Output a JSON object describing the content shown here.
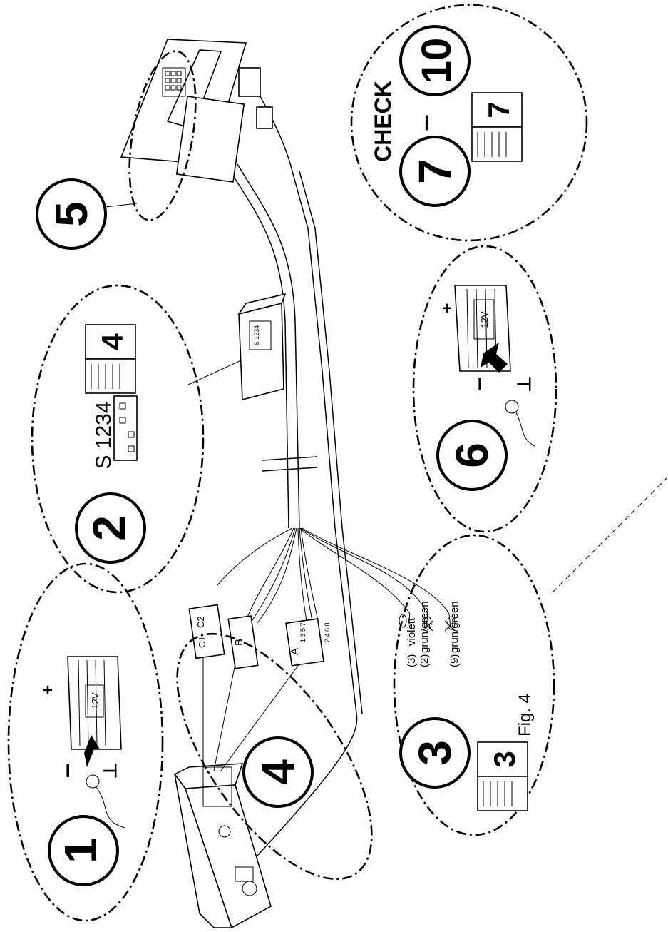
{
  "figure": {
    "label": "Fig. 4"
  },
  "steps": [
    {
      "number": "1"
    },
    {
      "number": "2",
      "switch_label": "S 1234",
      "book_page": "4"
    },
    {
      "number": "3",
      "book_page": "3",
      "wires": [
        {
          "pin": "(3)",
          "name": "violett"
        },
        {
          "pin": "(2)",
          "name": "grün/green"
        },
        {
          "pin": "(9)",
          "name": "grün/green"
        }
      ]
    },
    {
      "number": "4"
    },
    {
      "number": "5"
    },
    {
      "number": "6"
    },
    {
      "check_label": "CHECK",
      "range_start": "7",
      "range_dash": "–",
      "range_end": "10",
      "book_page": "7"
    }
  ],
  "battery": {
    "voltage": "12V",
    "plus": "+",
    "minus": "–",
    "ground": "⊥"
  },
  "connectors": {
    "a": "A",
    "b": "B",
    "c1": "C1",
    "c2": "C2",
    "pins_top": "1 3 5 7",
    "pins_bottom": "2 4 6 8"
  },
  "module": {
    "switch_text": "S 1234"
  }
}
